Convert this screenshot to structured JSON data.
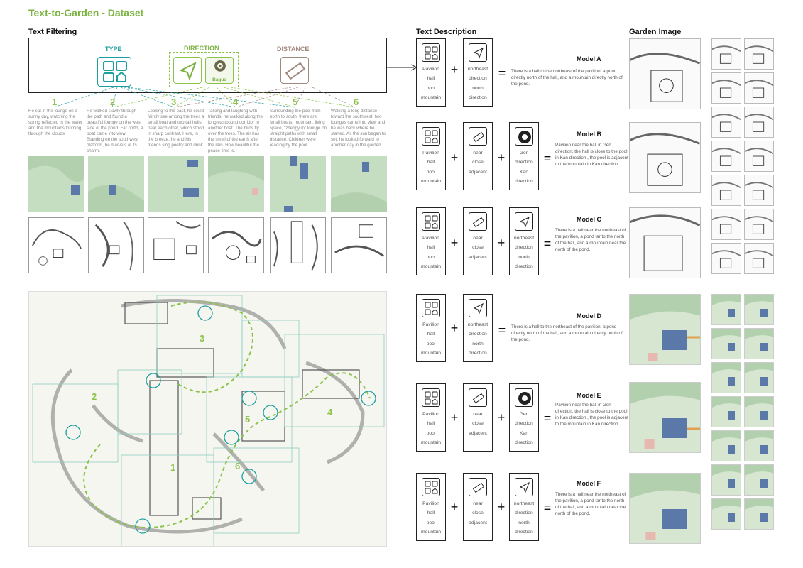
{
  "title": "Text-to-Garden - Dataset",
  "sections": {
    "filtering": "Text Filtering",
    "description": "Text Description",
    "garden": "Garden Image"
  },
  "filter": {
    "type": "TYPE",
    "direction": "DIRECTION",
    "distance": "DISTANCE",
    "bagua": "Bagua"
  },
  "stories": [
    {
      "n": "1",
      "text": "He sat in the lounge on a sunny day, watching the spring reflected in the water and the mountains looming through the clouds."
    },
    {
      "n": "2",
      "text": "He walked slowly through the path and found a beautiful lounge on the west side of the pond. Far north, a boat came into view. Standing on the southwest platform, he marvels at its charm."
    },
    {
      "n": "3",
      "text": "Looking to the east, he could faintly see among the trees a small boat and two tall halls near each other, which stood in sharp contrast. Here, in the breeze, he and his friends sing poetry and drink."
    },
    {
      "n": "4",
      "text": "Talking and laughing with friends, he walked along the long eastbound corridor to another boat. The birds fly over the trees. The air has the smell of the earth after the rain. How beautiful the peace time is."
    },
    {
      "n": "5",
      "text": "Surrounding the pool from north to south, there are small boats, mountain, living space, \"zhengyun\" lounge on straight paths with small distance. Children were reading by the pool."
    },
    {
      "n": "6",
      "text": "Walking a long distance toward the southwest, two lounges came into view and he was back where he started. As the sun began to set, he looked forward to another day in the garden."
    }
  ],
  "map_numbers": [
    "1",
    "2",
    "3",
    "4",
    "5",
    "6"
  ],
  "type_text": [
    "Pavilion",
    "hall",
    "pool",
    "mountain"
  ],
  "dir_text": [
    "northeast",
    "direction",
    "north",
    "direction"
  ],
  "dist_text": [
    "near",
    "close",
    "adjacent"
  ],
  "bagua_text": [
    "Gen",
    "direction",
    "Kan",
    "direction"
  ],
  "models": [
    {
      "name": "Model A",
      "sentence": "There is a hall to the northeast of the pavilion, a pond directly north of the hall, and a mountain directly north of the pond."
    },
    {
      "name": "Model B",
      "sentence": "Pavilion near the hall in Gen direction, the hall is close to the pool in Kan direction , the pool is adjacent to the mountain in Kan direction."
    },
    {
      "name": "Model C",
      "sentence": "There is a hall near the northeast of the pavilion, a pond far to the north of the hall, and a mountain near the north of the pond."
    },
    {
      "name": "Model D",
      "sentence": "There is a hall to the northeast of the pavilion, a pond directly north of the hall, and a mountain directly north of the pond."
    },
    {
      "name": "Model E",
      "sentence": "Pavilion near the hall in Gen direction, the hall is close to the pool in Kan direction , the pool is adjacent to the mountain in Kan direction."
    },
    {
      "name": "Model F",
      "sentence": "There is a hall near the northeast of the pavilion, a pond far to the north of the hall, and a mountain near the north of the pond."
    }
  ],
  "ops": {
    "plus": "+",
    "eq": "="
  },
  "colors": {
    "accent_green": "#7cb342",
    "teal": "#1e9e9e",
    "garden_green": "#c5ddc1",
    "pavilion_blue": "#5a79a8"
  }
}
